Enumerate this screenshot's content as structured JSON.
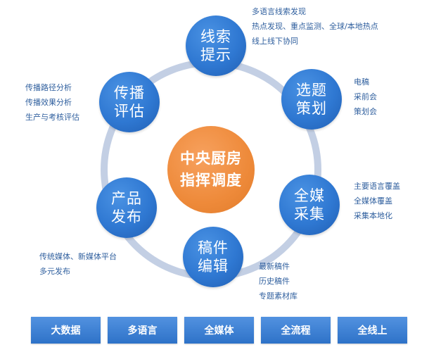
{
  "center": {
    "line1": "中央厨房",
    "line2": "指挥调度"
  },
  "nodes": {
    "clue": {
      "line1": "线索",
      "line2": "提示"
    },
    "topic": {
      "line1": "选题",
      "line2": "策划"
    },
    "gather": {
      "line1": "全媒",
      "line2": "采集"
    },
    "edit": {
      "line1": "稿件",
      "line2": "编辑"
    },
    "publish": {
      "line1": "产品",
      "line2": "发布"
    },
    "evaluate": {
      "line1": "传播",
      "line2": "评估"
    }
  },
  "annotations": {
    "clue": [
      "多语言线索发现",
      "热点发现、重点监测、全球/本地热点",
      "线上线下协同"
    ],
    "topic": [
      "电稿",
      "采前会",
      "策划会"
    ],
    "gather": [
      "主要语言覆盖",
      "全媒体覆盖",
      "采集本地化"
    ],
    "edit": [
      "最新稿件",
      "历史稿件",
      "专题素材库"
    ],
    "publish": [
      "传统媒体、新媒体平台",
      "多元发布"
    ],
    "evaluate": [
      "传播路径分析",
      "传播效果分析",
      "生产与考核评估"
    ]
  },
  "bottom_bar": [
    "大数据",
    "多语言",
    "全媒体",
    "全流程",
    "全线上"
  ],
  "colors": {
    "node_blue": "#2f78d2",
    "center_orange": "#ee8a3a",
    "ring": "#c3cfe4",
    "annotation_text": "#2f5f9e"
  }
}
